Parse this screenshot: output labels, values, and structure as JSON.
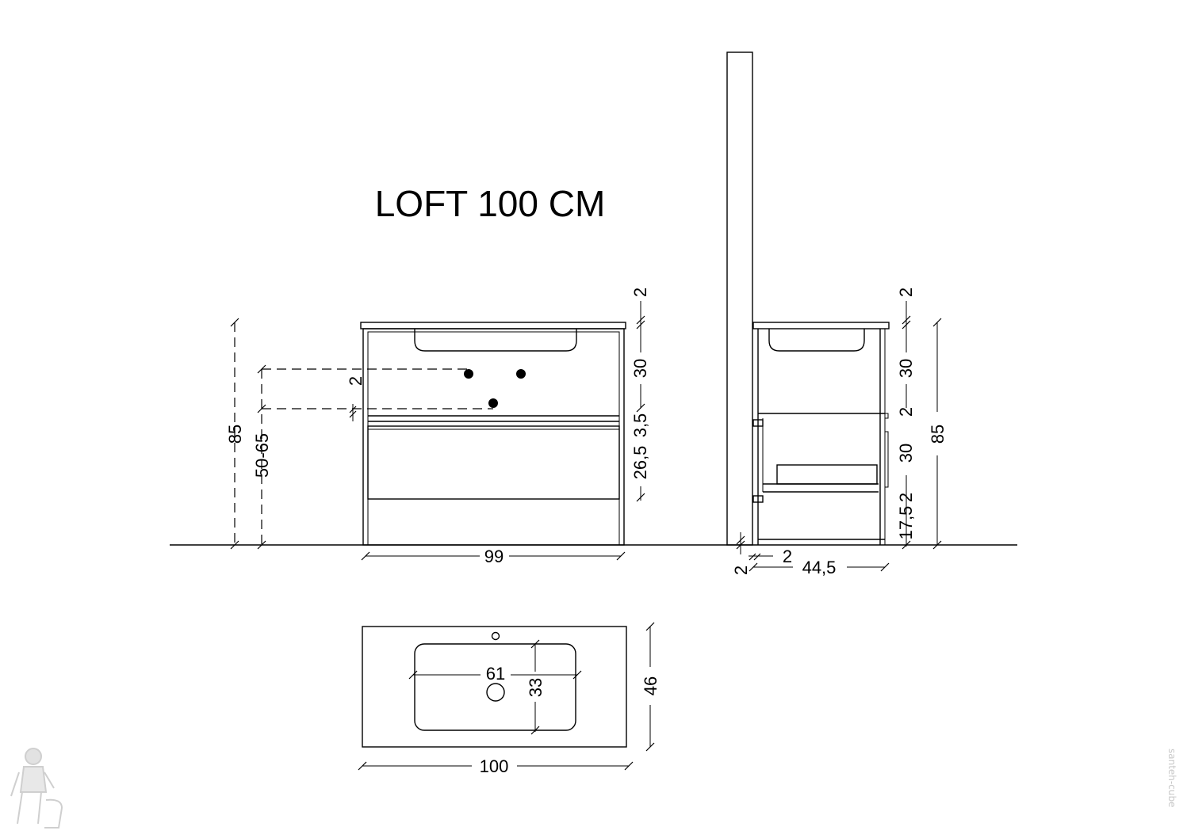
{
  "title": "LOFT 100 CM",
  "front_view": {
    "height_total": "85",
    "outlet_height": "50-65",
    "width": "99",
    "right_dims": {
      "top_slab": "2",
      "upper_section": "30",
      "gap": "3,5",
      "drawer": "26,5"
    },
    "left_small": "2"
  },
  "side_view": {
    "height_total": "85",
    "right_dims": {
      "top_slab": "2",
      "upper_section": "30",
      "gap_a": "2",
      "drawer": "30",
      "gap_b": "2",
      "bottom": "17,5"
    },
    "wall_gap": "2",
    "base_offset": "2",
    "depth": "44,5"
  },
  "top_view": {
    "basin_width": "61",
    "basin_depth": "33",
    "depth": "46",
    "width": "100"
  },
  "watermark": "santeh-cube"
}
